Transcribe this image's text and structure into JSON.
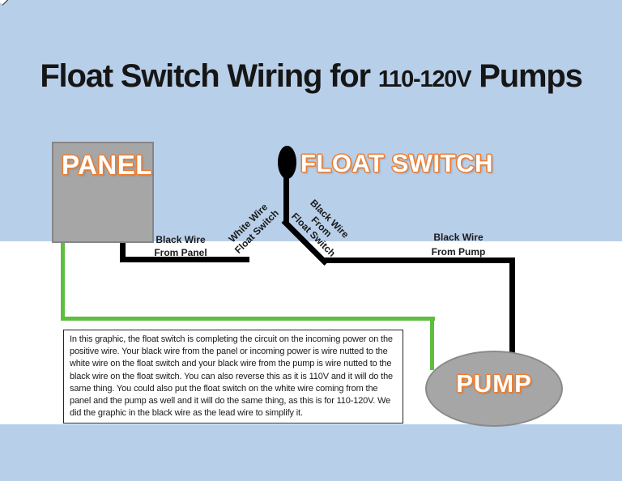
{
  "title": {
    "prefix": "Float Switch Wiring for ",
    "voltage": "110-120V",
    "suffix": " Pumps"
  },
  "panel": {
    "label": "PANEL"
  },
  "float_switch": {
    "label": "FLOAT SWITCH"
  },
  "pump": {
    "label": "PUMP"
  },
  "wire_labels": {
    "panel_wire": {
      "line1": "Black Wire",
      "line2": "From Panel"
    },
    "white_wire": {
      "line1": "White Wire",
      "line2": "Float Switch"
    },
    "switch_black_wire": {
      "line1": "Black Wire",
      "line2": "From",
      "line3": "Float Switch"
    },
    "pump_wire": {
      "line1": "Black Wire",
      "line2": "From Pump"
    }
  },
  "description": "In this graphic, the float switch is completing the circuit on the incoming power on the positive wire. Your black wire from the panel or incoming power is wire nutted to the white wire on the float switch and your black wire from the pump is wire nutted to the black wire on the float switch. You can also reverse this as it is 110V and it will do the same thing. You could also put the float switch on the white wire coming from the panel and the pump as well and it will do the same thing, as this is for 110-120V. We did the graphic in the black wire as the lead wire to simplify it.",
  "colors": {
    "background_blue": "#b8cfe9",
    "band_white": "#ffffff",
    "panel_gray": "#a6a6a6",
    "wire_green": "#5fbd3f",
    "wire_black": "#000000",
    "label_orange": "#ed7d31",
    "title_black": "#161616"
  }
}
